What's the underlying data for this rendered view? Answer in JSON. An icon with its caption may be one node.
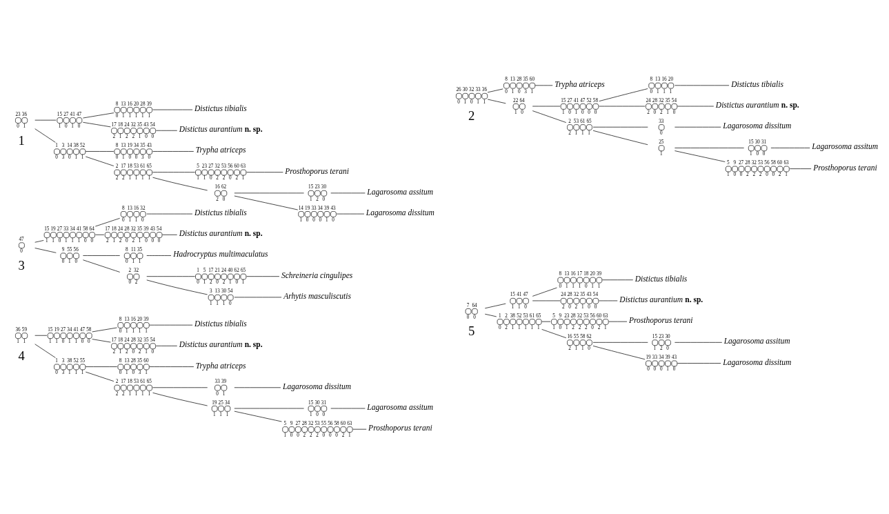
{
  "diagram": {
    "nodes": [
      {
        "text": [
          "23 36",
          "0 1"
        ]
      },
      {
        "text": [
          "15 27 41 47",
          "1 0 1 0"
        ]
      },
      {
        "text": [
          "8 13 16 20 28 39",
          "0 1 1 1 1 1"
        ]
      },
      {
        "text": [
          "Distictus tibialis"
        ]
      },
      {
        "text": [
          "17 18 24 32 35 43 54",
          "2 1 2 2 1 0 0"
        ]
      },
      {
        "text": [
          "Distictus aurantium **n. sp.**"
        ]
      },
      {
        "text": [
          "1 3 14 38 52",
          "0 3 0 1 1"
        ]
      },
      {
        "text": [
          "8 13 19 34 35 43",
          "0 1 0 0 3 0"
        ]
      },
      {
        "text": [
          "Trypha atriceps"
        ]
      },
      {
        "text": [
          "2 17 18 53 61 65",
          "2 2 1 1 1 1"
        ]
      },
      {
        "text": [
          "5 23 27 32 53 56 60 63",
          "1 1 0 2 2 0 2 1"
        ]
      },
      {
        "text": [
          "Prosthoporus terani"
        ]
      },
      {
        "text": [
          "16 62",
          "2 0"
        ]
      },
      {
        "text": [
          "15 23 30",
          "1 2 0"
        ]
      },
      {
        "text": [
          "Lagarosoma assitum"
        ]
      },
      {
        "text": [
          "14 19 33 34 39 43",
          "1 0 0 0 1 0"
        ]
      },
      {
        "text": [
          "Lagarosoma dissitum"
        ]
      },
      {
        "text": [
          "26 30 32 33 36",
          "0 1 0 1 1"
        ]
      },
      {
        "text": [
          "8 13 28 35 60",
          "0 1 0 3 1"
        ]
      },
      {
        "text": [
          "Trypha atriceps"
        ]
      },
      {
        "text": [
          "22 64",
          "1 0"
        ]
      },
      {
        "text": [
          "15 27 41 47 52 58",
          "1 0 1 0 0 0"
        ]
      },
      {
        "text": [
          "8 13 16 20",
          "0 1 1 1"
        ]
      },
      {
        "text": [
          "Distictus tibialis"
        ]
      },
      {
        "text": [
          "24 28 32 35 54",
          "2 0 2 1 0"
        ]
      },
      {
        "text": [
          "Distictus aurantium **n. sp.**"
        ]
      },
      {
        "text": [
          "2 53 61 65",
          "2 1 1 1"
        ]
      },
      {
        "text": [
          "33",
          "0"
        ]
      },
      {
        "text": [
          "Lagarosoma dissitum"
        ]
      },
      {
        "text": [
          "25",
          "1"
        ]
      },
      {
        "text": [
          "15 30 31",
          "1 0 0"
        ]
      },
      {
        "text": [
          "Lagarosoma assitum"
        ]
      },
      {
        "text": [
          "5 9 27 28 32 53 56 58 60 63",
          "1 0 0 2 2 2 0 0 2 1"
        ]
      },
      {
        "text": [
          "Prosthoporus terani"
        ]
      },
      {
        "text": [
          "47",
          "0"
        ]
      },
      {
        "text": [
          "15 19 27 33 34 41 58 64",
          "1 1 0 1 1 1 0 0"
        ]
      },
      {
        "text": [
          "8 13 16 32",
          "0 1 1 0"
        ]
      },
      {
        "text": [
          "Distictus tibialis"
        ]
      },
      {
        "text": [
          "17 18 24 28 32 35 39 43 54",
          "2 1 2 0 2 1 0 0 0"
        ]
      },
      {
        "text": [
          "Distictus aurantium **n. sp.**"
        ]
      },
      {
        "text": [
          "9 55 56",
          "0 1 0"
        ]
      },
      {
        "text": [
          "8 11 35",
          "0 1 1"
        ]
      },
      {
        "text": [
          "Hadrocryptus multimaculatus"
        ]
      },
      {
        "text": [
          "2 32",
          "0 2"
        ]
      },
      {
        "text": [
          "1 5 17 21 24 40 62 65",
          "0 1 2 0 2 1 0 1"
        ]
      },
      {
        "text": [
          "Schreineria cingulipes"
        ]
      },
      {
        "text": [
          "3 13 30 54",
          "1 1 1 0"
        ]
      },
      {
        "text": [
          "Arhytis masculiscutis"
        ]
      },
      {
        "text": [
          "36 59",
          "1 1"
        ]
      },
      {
        "text": [
          "15 19 27 34 41 47 58",
          "1 1 0 1 1 0 0"
        ]
      },
      {
        "text": [
          "8 13 16 20 39",
          "0 1 1 1 1"
        ]
      },
      {
        "text": [
          "Distictus tibialis"
        ]
      },
      {
        "text": [
          "17 18 24 28 32 35 54",
          "2 1 2 0 2 1 0"
        ]
      },
      {
        "text": [
          "Distictus aurantium **n. sp.**"
        ]
      },
      {
        "text": [
          "1 3 38 52 55",
          "0 3 1 1 1"
        ]
      },
      {
        "text": [
          "8 13 28 35 60",
          "0 1 0 3 1"
        ]
      },
      {
        "text": [
          "Trypha atriceps"
        ]
      },
      {
        "text": [
          "2 17 18 53 61 65",
          "2 2 1 1 1 1"
        ]
      },
      {
        "text": [
          "33 39",
          "0 1"
        ]
      },
      {
        "text": [
          "Lagarosoma dissitum"
        ]
      },
      {
        "text": [
          "19 25 34",
          "1 1 1"
        ]
      },
      {
        "text": [
          "15 30 31",
          "1 0 0"
        ]
      },
      {
        "text": [
          "Lagarosoma assitum"
        ]
      },
      {
        "text": [
          "5 9 27 28 32 53 55 56 58 60 63",
          "1 0 0 2 2 2 0 0 0 2 1"
        ]
      },
      {
        "text": [
          "Prosthoporus terani"
        ]
      },
      {
        "text": [
          "7 64",
          "0 0"
        ]
      },
      {
        "text": [
          "15 41 47",
          "1 1 0"
        ]
      },
      {
        "text": [
          "8 13 16 17 18 20 39",
          "0 1 1 1 0 1 1"
        ]
      },
      {
        "text": [
          "Distictus tibialis"
        ]
      },
      {
        "text": [
          "24 28 32 35 43 54",
          "2 0 2 1 0 0"
        ]
      },
      {
        "text": [
          "Distictus aurantium **n. sp.**"
        ]
      },
      {
        "text": [
          "1 2 38 52 53 61 65",
          "0 2 1 1 1 1 1"
        ]
      },
      {
        "text": [
          "5 9 23 28 32 53 56 60 63",
          "1 0 1 2 2 2 0 2 1"
        ]
      },
      {
        "text": [
          "Prosthoporus terani"
        ]
      },
      {
        "text": [
          "16 55 58 62",
          "2 1 1 0"
        ]
      },
      {
        "text": [
          "15 23 30",
          "1 2 0"
        ]
      },
      {
        "text": [
          "Lagarosoma assitum"
        ]
      },
      {
        "text": [
          "19 33 34 39 43",
          "0 0 0 1 0"
        ]
      },
      {
        "text": [
          "Lagarosoma dissitum"
        ]
      }
    ],
    "edges": [
      {
        "from": 0,
        "to": 1,
        "arrow": "none"
      },
      {
        "from": 0,
        "to": 6,
        "arrow": "none"
      },
      {
        "from": 1,
        "to": 2,
        "arrow": "none"
      },
      {
        "from": 1,
        "to": 4,
        "arrow": "none"
      },
      {
        "from": 2,
        "to": 3,
        "arrow": "none"
      },
      {
        "from": 4,
        "to": 5,
        "arrow": "none"
      },
      {
        "from": 6,
        "to": 7,
        "arrow": "none"
      },
      {
        "from": 6,
        "to": 9,
        "arrow": "none"
      },
      {
        "from": 7,
        "to": 8,
        "arrow": "none"
      },
      {
        "from": 9,
        "to": 10,
        "arrow": "none"
      },
      {
        "from": 9,
        "to": 12,
        "arrow": "none"
      },
      {
        "from": 10,
        "to": 11,
        "arrow": "none"
      },
      {
        "from": 12,
        "to": 13,
        "arrow": "none"
      },
      {
        "from": 12,
        "to": 15,
        "arrow": "none"
      },
      {
        "from": 13,
        "to": 14,
        "arrow": "none"
      },
      {
        "from": 15,
        "to": 16,
        "arrow": "none"
      },
      {
        "from": 17,
        "to": 18,
        "arrow": "none"
      },
      {
        "from": 17,
        "to": 20,
        "arrow": "none"
      },
      {
        "from": 18,
        "to": 19,
        "arrow": "none"
      },
      {
        "from": 20,
        "to": 21,
        "arrow": "none"
      },
      {
        "from": 20,
        "to": 26,
        "arrow": "none"
      },
      {
        "from": 21,
        "to": 22,
        "arrow": "none"
      },
      {
        "from": 21,
        "to": 24,
        "arrow": "none"
      },
      {
        "from": 22,
        "to": 23,
        "arrow": "none"
      },
      {
        "from": 24,
        "to": 25,
        "arrow": "none"
      },
      {
        "from": 26,
        "to": 27,
        "arrow": "none"
      },
      {
        "from": 26,
        "to": 29,
        "arrow": "none"
      },
      {
        "from": 27,
        "to": 28,
        "arrow": "none"
      },
      {
        "from": 29,
        "to": 30,
        "arrow": "none"
      },
      {
        "from": 29,
        "to": 32,
        "arrow": "none"
      },
      {
        "from": 30,
        "to": 31,
        "arrow": "none"
      },
      {
        "from": 32,
        "to": 33,
        "arrow": "none"
      },
      {
        "from": 34,
        "to": 35,
        "arrow": "none"
      },
      {
        "from": 34,
        "to": 40,
        "arrow": "none"
      },
      {
        "from": 35,
        "to": 36,
        "arrow": "none"
      },
      {
        "from": 35,
        "to": 38,
        "arrow": "none"
      },
      {
        "from": 36,
        "to": 37,
        "arrow": "none"
      },
      {
        "from": 38,
        "to": 39,
        "arrow": "none"
      },
      {
        "from": 40,
        "to": 41,
        "arrow": "none"
      },
      {
        "from": 40,
        "to": 43,
        "arrow": "none"
      },
      {
        "from": 41,
        "to": 42,
        "arrow": "none"
      },
      {
        "from": 43,
        "to": 44,
        "arrow": "none"
      },
      {
        "from": 43,
        "to": 46,
        "arrow": "none"
      },
      {
        "from": 44,
        "to": 45,
        "arrow": "none"
      },
      {
        "from": 46,
        "to": 47,
        "arrow": "none"
      },
      {
        "from": 48,
        "to": 49,
        "arrow": "none"
      },
      {
        "from": 48,
        "to": 54,
        "arrow": "none"
      },
      {
        "from": 49,
        "to": 50,
        "arrow": "none"
      },
      {
        "from": 49,
        "to": 52,
        "arrow": "none"
      },
      {
        "from": 50,
        "to": 51,
        "arrow": "none"
      },
      {
        "from": 52,
        "to": 53,
        "arrow": "none"
      },
      {
        "from": 54,
        "to": 55,
        "arrow": "none"
      },
      {
        "from": 54,
        "to": 57,
        "arrow": "none"
      },
      {
        "from": 55,
        "to": 56,
        "arrow": "none"
      },
      {
        "from": 57,
        "to": 58,
        "arrow": "none"
      },
      {
        "from": 57,
        "to": 60,
        "arrow": "none"
      },
      {
        "from": 58,
        "to": 59,
        "arrow": "none"
      },
      {
        "from": 60,
        "to": 61,
        "arrow": "none"
      },
      {
        "from": 60,
        "to": 63,
        "arrow": "none"
      },
      {
        "from": 61,
        "to": 62,
        "arrow": "none"
      },
      {
        "from": 63,
        "to": 64,
        "arrow": "none"
      },
      {
        "from": 65,
        "to": 66,
        "arrow": "none"
      },
      {
        "from": 65,
        "to": 71,
        "arrow": "none"
      },
      {
        "from": 66,
        "to": 67,
        "arrow": "none"
      },
      {
        "from": 66,
        "to": 69,
        "arrow": "none"
      },
      {
        "from": 67,
        "to": 68,
        "arrow": "none"
      },
      {
        "from": 69,
        "to": 70,
        "arrow": "none"
      },
      {
        "from": 71,
        "to": 72,
        "arrow": "none"
      },
      {
        "from": 71,
        "to": 74,
        "arrow": "none"
      },
      {
        "from": 72,
        "to": 73,
        "arrow": "none"
      },
      {
        "from": 74,
        "to": 75,
        "arrow": "none"
      },
      {
        "from": 74,
        "to": 77,
        "arrow": "none"
      },
      {
        "from": 75,
        "to": 76,
        "arrow": "none"
      },
      {
        "from": 77,
        "to": 78,
        "arrow": "none"
      }
    ],
    "labels": [
      "1",
      "2",
      "3",
      "4",
      "5"
    ]
  }
}
